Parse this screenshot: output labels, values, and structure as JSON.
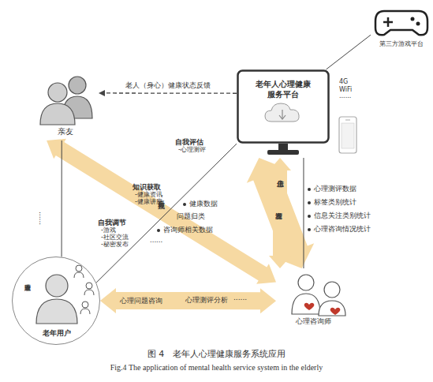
{
  "diagram": {
    "caption": "图 4　老年人心理健康服务系统应用",
    "nodes": [
      {
        "text": [
          "亲友"
        ]
      },
      {
        "text": [
          "老年人心理健康 服务平台"
        ]
      },
      {
        "text": [
          "第三方游戏平台"
        ]
      },
      {
        "text": [
          "个人信息管理",
          "老年用户"
        ]
      },
      {
        "text": [
          "心理咨询师"
        ]
      }
    ],
    "edges": [
      {
        "from": 1,
        "to": 0,
        "arrow": "to",
        "label": "老人（身心）健康状态反馈"
      },
      {
        "from": 0,
        "to": 4,
        "arrow": "both",
        "label": "语音·视频"
      },
      {
        "from": 4,
        "to": 1,
        "arrow": "both"
      },
      {
        "from": 1,
        "to": 4,
        "arrow": "both",
        "label": "信息上传"
      },
      {
        "from": 3,
        "to": 4,
        "arrow": "both",
        "label": "心理问题咨询"
      },
      {
        "from": 2,
        "to": 1,
        "arrow": "none"
      },
      {
        "from": 3,
        "to": 1,
        "arrow": "none"
      },
      {
        "from": 1,
        "to": 4,
        "arrow": "none"
      },
      {
        "from": 0,
        "to": 3,
        "arrow": "none"
      }
    ],
    "labels": [
      "4G",
      "WiFi",
      "......",
      "自我评估",
      "-心理测评",
      "知识获取",
      "-健康资讯",
      "-健康讲座",
      "自我调节",
      "-游戏",
      "-社区交流",
      "-秘密发布",
      "健康数据",
      "问题归类",
      "咨询师相关数据",
      "......",
      "资源发布",
      "心理测评数据",
      "标签类别统计",
      "信息关注类别统计",
      "心理咨询情况统计",
      "心理测评分析",
      "......",
      "......",
      "Fig.4 The application of mental health service system in the elderly"
    ]
  }
}
